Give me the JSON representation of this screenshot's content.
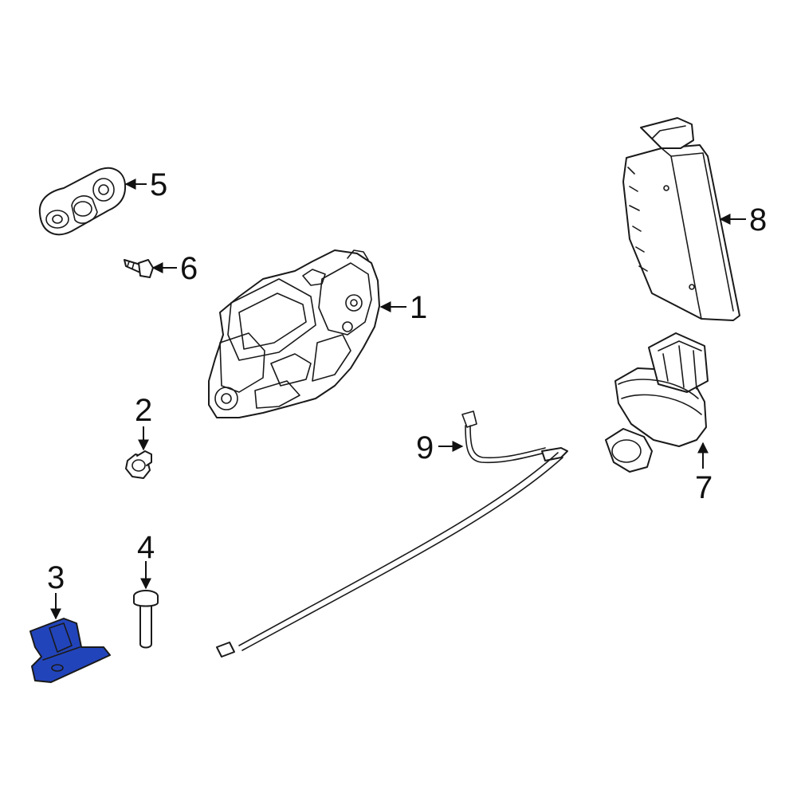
{
  "diagram": {
    "highlight_color": "#2244bb",
    "line_color": "#1a1a1a",
    "highlighted_part": "3",
    "callouts": [
      {
        "id": "1",
        "text": "1"
      },
      {
        "id": "2",
        "text": "2"
      },
      {
        "id": "3",
        "text": "3"
      },
      {
        "id": "4",
        "text": "4"
      },
      {
        "id": "5",
        "text": "5"
      },
      {
        "id": "6",
        "text": "6"
      },
      {
        "id": "7",
        "text": "7"
      },
      {
        "id": "8",
        "text": "8"
      },
      {
        "id": "9",
        "text": "9"
      }
    ]
  }
}
